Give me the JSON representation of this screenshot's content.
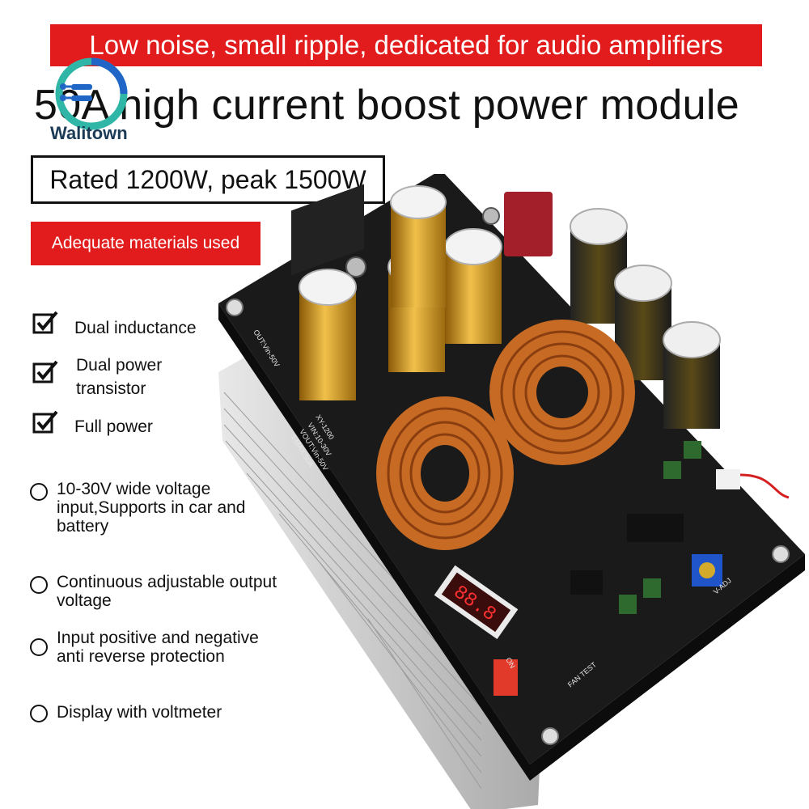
{
  "banner": {
    "text": "Low noise, small ripple, dedicated for audio amplifiers"
  },
  "headline": {
    "text": "50A high current boost power module"
  },
  "brand": {
    "name": "Walitown"
  },
  "rated": {
    "text": "Rated 1200W, peak 1500W"
  },
  "materials": {
    "text": "Adequate materials used"
  },
  "checked_features": [
    {
      "text": "Dual inductance"
    },
    {
      "line1": "Dual power",
      "line2": "transistor"
    },
    {
      "text": "Full power"
    }
  ],
  "specs": [
    {
      "line1": "10-30V wide voltage",
      "line2": "input,Supports in car and",
      "line3": "battery"
    },
    {
      "line1": "Continuous adjustable output",
      "line2": "voltage"
    },
    {
      "line1": "Input positive and negative",
      "line2": "anti reverse protection"
    },
    {
      "line1": "Display with voltmeter"
    }
  ],
  "board_text": {
    "display": "88.8",
    "model": "XY-1200",
    "vin": "VIN:10-30V",
    "vout": "VOUT:Vin-50V",
    "imax": "I-MAX:50A",
    "out_label": "OUT:Vin-50V",
    "fan_test": "FAN TEST",
    "adj": "V-ADJ",
    "dip_on": "ON"
  },
  "colors": {
    "banner_red": "#e21c1c",
    "pcb": "#1a1a1a",
    "copper": "#c66a24",
    "cap_gold": "#d99a1c",
    "heatsink": "#c9c9c9",
    "logo_teal": "#2fb6a6",
    "logo_blue": "#1f66c6"
  }
}
